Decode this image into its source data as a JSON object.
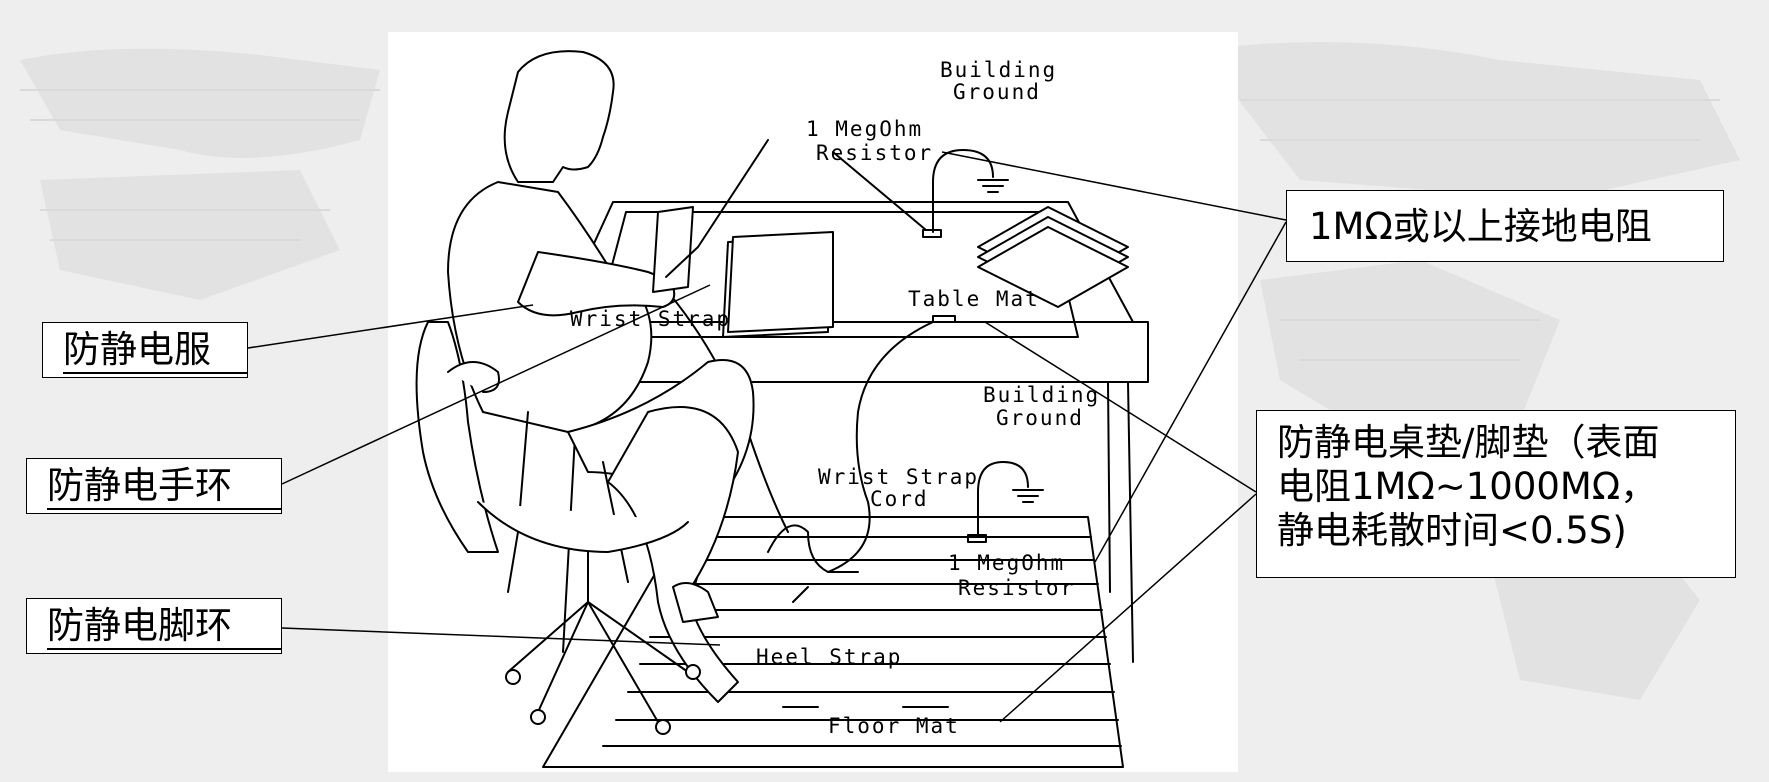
{
  "colors": {
    "background": "#eeeeee",
    "panel": "#ffffff",
    "ink": "#000000"
  },
  "diagram": {
    "labels": {
      "building_ground_top": [
        "Building",
        "Ground"
      ],
      "resistor_top": [
        "1 MegOhm",
        "Resistor"
      ],
      "table_mat": "Table Mat",
      "wrist_strap": "Wrist Strap",
      "building_ground_bottom": [
        "Building",
        "Ground"
      ],
      "wrist_strap_cord": [
        "Wrist Strap",
        "Cord"
      ],
      "resistor_bottom": [
        "1 MegOhm",
        "Resistor"
      ],
      "heel_strap": "Heel Strap",
      "floor_mat": "Floor Mat"
    },
    "callouts": {
      "antistatic_suit": "防静电服",
      "antistatic_wrist_strap": "防静电手环",
      "antistatic_heel_strap": "防静电脚环",
      "ground_resistor": "1MΩ或以上接地电阻",
      "antistatic_mat": [
        "防静电桌垫/脚垫（表面",
        "电阻1MΩ~1000MΩ，",
        "静电耗散时间<0.5S)"
      ]
    }
  }
}
